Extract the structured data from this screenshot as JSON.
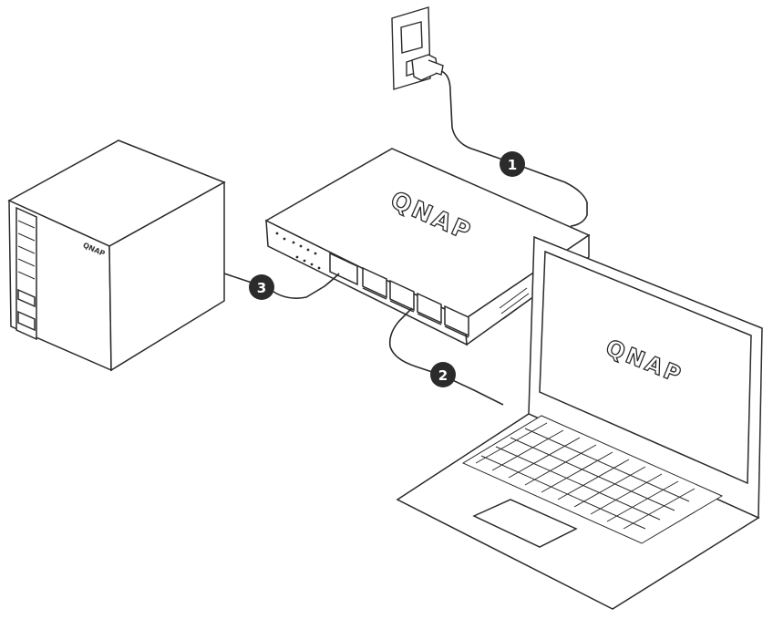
{
  "steps": {
    "power": {
      "number": "1"
    },
    "laptop": {
      "number": "2"
    },
    "nas": {
      "number": "3"
    }
  },
  "brand": {
    "switch_logo": "QNAP",
    "laptop_logo": "QNAP",
    "nas_logo": "QNAP"
  },
  "colors": {
    "line": "#2a2a2a",
    "badge": "#2b2b2b",
    "fill": "#ffffff"
  }
}
